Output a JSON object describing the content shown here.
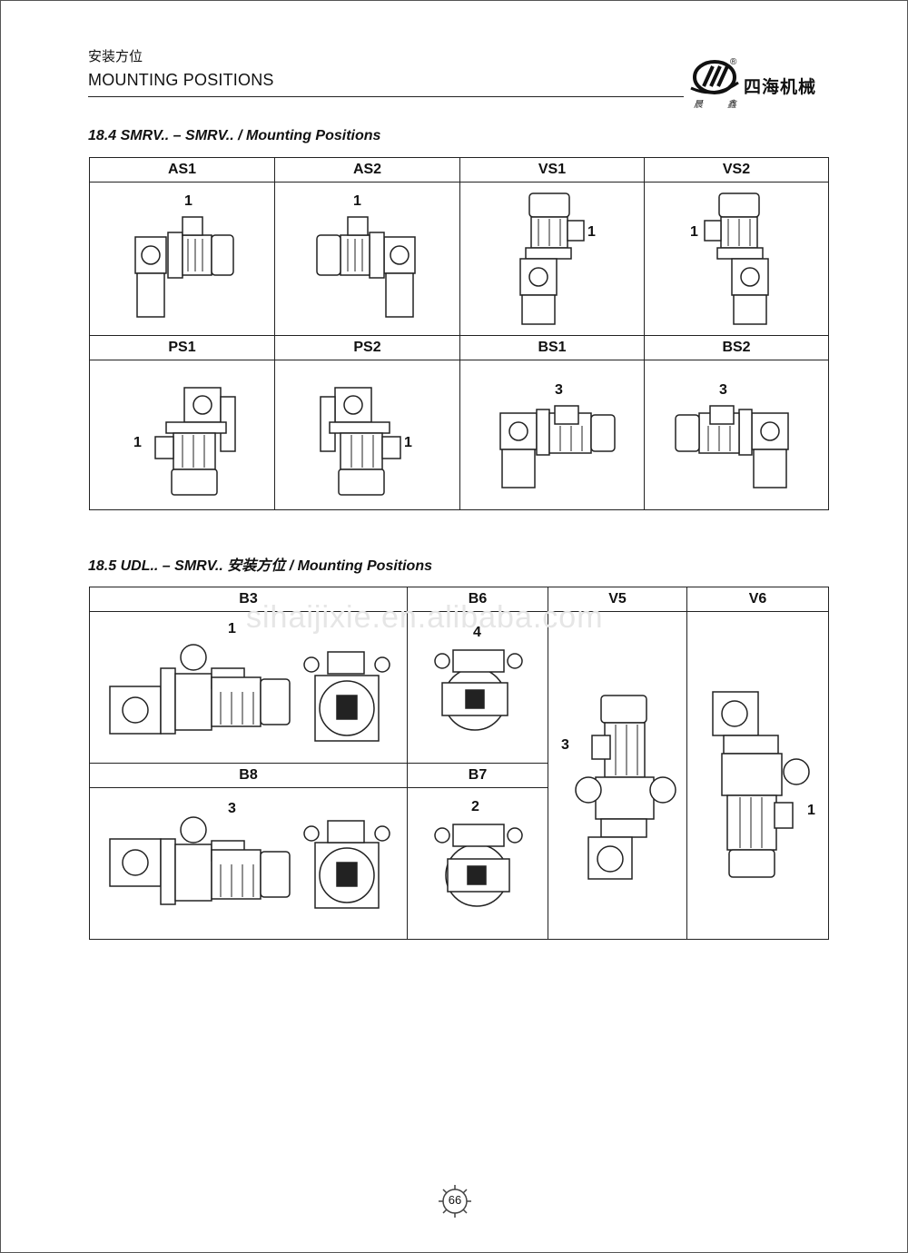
{
  "header": {
    "title_cn": "安装方位",
    "title_en": "MOUNTING POSITIONS",
    "brand_cn": "四海机械",
    "brand_sub_1": "晨",
    "brand_sub_2": "鑫",
    "registered": "®"
  },
  "section1": {
    "title": "18.4 SMRV.. – SMRV..  / Mounting Positions",
    "cells": [
      {
        "label": "AS1",
        "number": "1"
      },
      {
        "label": "AS2",
        "number": "1"
      },
      {
        "label": "VS1",
        "number": "1"
      },
      {
        "label": "VS2",
        "number": "1"
      },
      {
        "label": "PS1",
        "number": "1"
      },
      {
        "label": "PS2",
        "number": "1"
      },
      {
        "label": "BS1",
        "number": "3"
      },
      {
        "label": "BS2",
        "number": "3"
      }
    ]
  },
  "section2": {
    "title": "18.5 UDL.. – SMRV..  安装方位 / Mounting Positions",
    "cells": [
      {
        "label": "B3",
        "number": "1"
      },
      {
        "label": "B6",
        "number": "4"
      },
      {
        "label": "V5",
        "number": "3"
      },
      {
        "label": "V6",
        "number": "1"
      },
      {
        "label": "B8",
        "number": "3"
      },
      {
        "label": "B7",
        "number": "2"
      }
    ]
  },
  "watermark": "sihaijixie.en.alibaba.com",
  "page_number": "66"
}
